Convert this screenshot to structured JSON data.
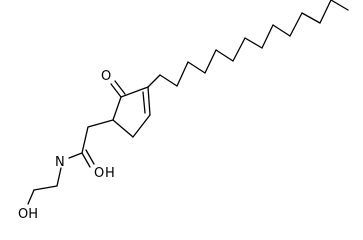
{
  "molecule": {
    "atoms": {
      "ketone_oxygen": "O",
      "amide_oxygen": "O",
      "amide_nitrogen": "N",
      "amide_hydrogen": "H",
      "hydroxyl": "OH"
    }
  }
}
